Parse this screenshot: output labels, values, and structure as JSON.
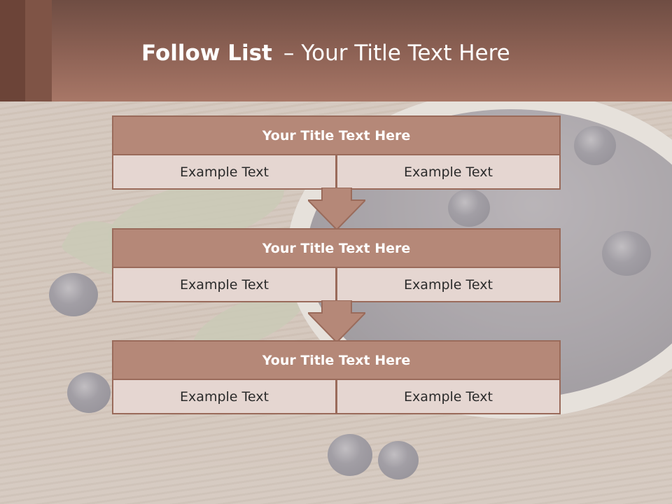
{
  "header": {
    "title_bold": "Follow List",
    "title_separator": "–",
    "title_rest": "Your Title Text Here"
  },
  "colors": {
    "header_dark": "#6f4d43",
    "header_light": "#a87767",
    "block_title_bg": "#b58878",
    "block_cell_bg": "#e5d6d1",
    "border": "#9a6b5b",
    "arrow": "#b58878"
  },
  "blocks": [
    {
      "title": "Your Title Text Here",
      "left": "Example Text",
      "right": "Example Text"
    },
    {
      "title": "Your Title Text Here",
      "left": "Example Text",
      "right": "Example Text"
    },
    {
      "title": "Your Title Text Here",
      "left": "Example Text",
      "right": "Example Text"
    }
  ],
  "icons": {
    "connector": "down-arrow-icon"
  }
}
